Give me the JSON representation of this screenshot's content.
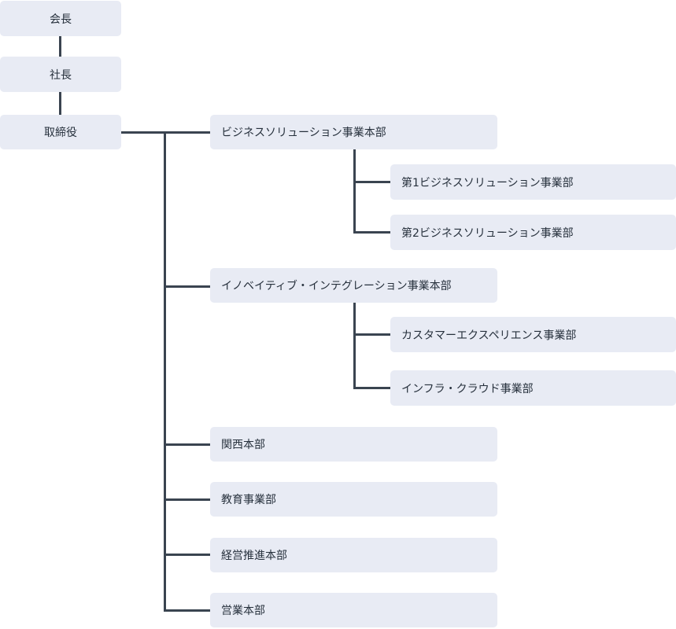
{
  "org_chart": {
    "chairman": "会長",
    "president": "社長",
    "board": "取締役",
    "divisions": [
      {
        "name": "ビジネスソリューション事業本部",
        "departments": [
          "第1ビジネスソリューション事業部",
          "第2ビジネスソリューション事業部"
        ]
      },
      {
        "name": "イノベイティブ・インテグレーション事業本部",
        "departments": [
          "カスタマーエクスペリエンス事業部",
          "インフラ・クラウド事業部"
        ]
      },
      {
        "name": "関西本部",
        "departments": []
      },
      {
        "name": "教育事業部",
        "departments": []
      },
      {
        "name": "経営推進本部",
        "departments": []
      },
      {
        "name": "営業本部",
        "departments": []
      }
    ]
  },
  "colors": {
    "box_fill": "#e8ebf4",
    "connector": "#3a4450",
    "text": "#26303c"
  }
}
